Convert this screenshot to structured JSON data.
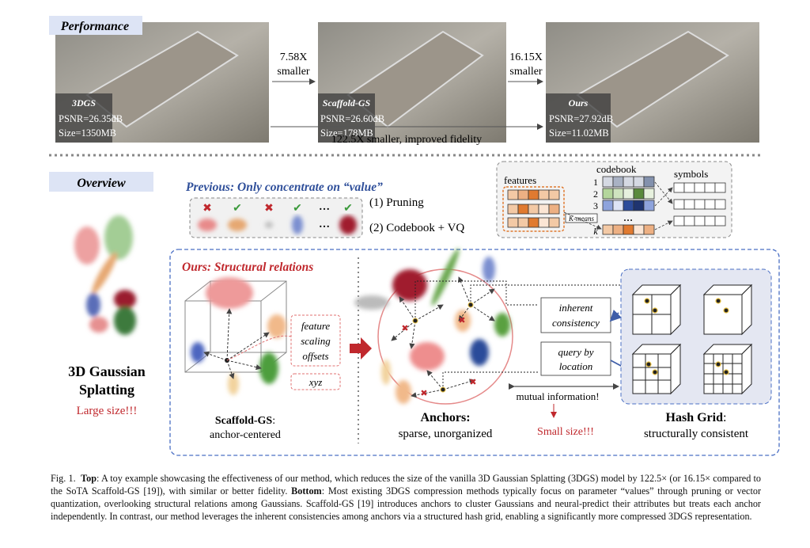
{
  "top": {
    "label": "Performance",
    "images": [
      {
        "method": "3DGS",
        "psnr": "PSNR=26.35dB",
        "size": "Size=1350MB"
      },
      {
        "method": "Scaffold-GS",
        "psnr": "PSNR=26.60dB",
        "size": "Size=178MB"
      },
      {
        "method": "Ours",
        "psnr": "PSNR=27.92dB",
        "size": "Size=11.02MB"
      }
    ],
    "arrow1": {
      "line1": "7.58X",
      "line2": "smaller"
    },
    "arrow2": {
      "line1": "16.15X",
      "line2": "smaller"
    },
    "overall": "122.5X smaller, improved fidelity"
  },
  "overview": {
    "label": "Overview",
    "gaussian_title1": "3D Gaussian",
    "gaussian_title2": "Splatting",
    "large_size": "Large size!!!",
    "previous": {
      "title": "Previous: Only concentrate on “value”",
      "pruning": "(1) Pruning",
      "codebook_vq": "(2) Codebook + VQ",
      "ellipsis": "…",
      "features": "features",
      "codebook": "codebook",
      "symbols": "symbols",
      "kmeans": "K-means",
      "rows": [
        "1",
        "2",
        "3",
        "k"
      ]
    },
    "ours": {
      "title": "Ours: Structural relations",
      "attrs": [
        "feature",
        "scaling",
        "offsets"
      ],
      "xyz": "xyz",
      "scaffold_name": "Scaffold-GS",
      "scaffold_desc": "anchor-centered",
      "anchors_name": "Anchors:",
      "anchors_desc": "sparse, unorganized",
      "inherent1": "inherent",
      "inherent2": "consistency",
      "query1": "query by",
      "query2": "location",
      "mutual": "mutual information!",
      "small_size": "Small size!!!",
      "hash_name": "Hash Grid",
      "hash_desc": "structurally consistent"
    }
  },
  "caption": {
    "fig": "Fig. 1.",
    "top_label": "Top",
    "top_text": ": A toy example showcasing the effectiveness of our method, which reduces the size of the vanilla 3D Gaussian Splatting (3DGS) model by 122.5× (or 16.15× compared to the SoTA Scaffold-GS [19]), with similar or better fidelity. ",
    "bottom_label": "Bottom",
    "bottom_text": ": Most existing 3DGS compression methods typically focus on parameter “values” through pruning or vector quantization, overlooking structural relations among Gaussians. Scaffold-GS [19] introduces anchors to cluster Gaussians and neural-predict their attributes but treats each anchor independently. In contrast, our method leverages the inherent consistencies among anchors via a structured hash grid, enabling a significantly more compressed 3DGS representation."
  },
  "colors": {
    "label_bg": "#dde4f5",
    "blue_text": "#2f4f9a",
    "red_text": "#c0282d",
    "dash_blue": "#4a6fc4"
  }
}
